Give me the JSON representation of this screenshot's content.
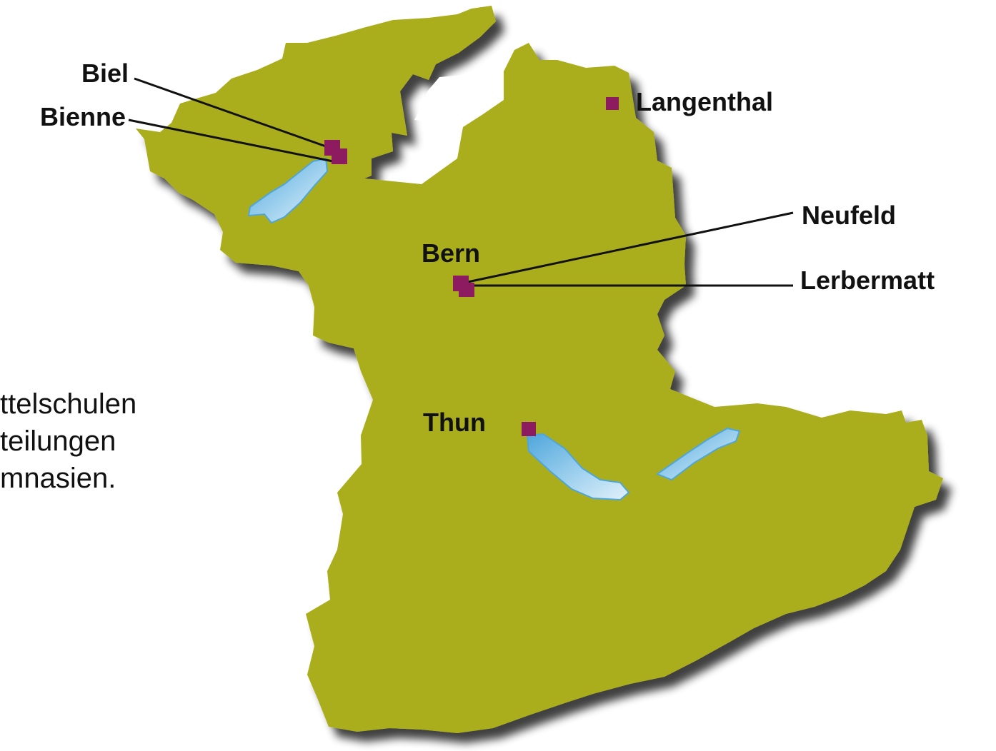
{
  "map": {
    "colors": {
      "land": "#aaad1a",
      "lake": "#8ac8ea",
      "lake_edge": "#4fa6dc",
      "marker": "#8c1b5f",
      "shadow": "#555555"
    },
    "cities": {
      "biel": "Biel",
      "bienne": "Bienne",
      "langenthal": "Langenthal",
      "bern": "Bern",
      "neufeld": "Neufeld",
      "lerbermatt": "Lerbermatt",
      "thun": "Thun"
    }
  },
  "intro": {
    "lines": [
      "ttelschulen",
      "teilungen",
      "mnasien."
    ]
  }
}
